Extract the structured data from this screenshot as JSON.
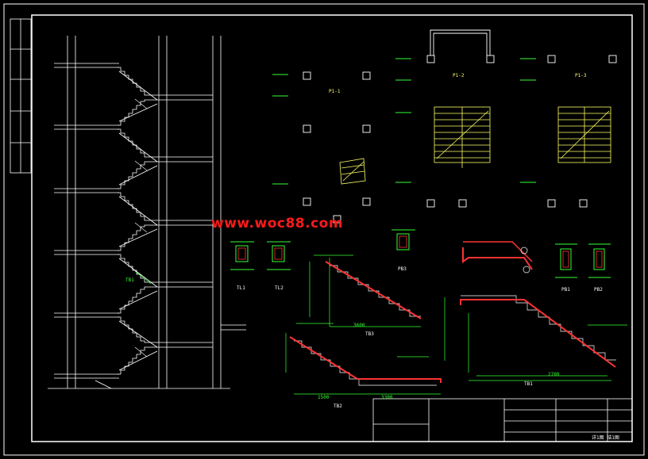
{
  "watermark": "www.woc88.com",
  "titleblock": {
    "right_text": "详1图 结1图"
  },
  "plans": {
    "p1": "P1-1",
    "p2": "P1-2",
    "p3": "P1-3"
  },
  "sections": {
    "tb1": "TB1",
    "tb2": "TB2",
    "tb3": "TB3",
    "tl1": "TL1",
    "tl2": "TL2",
    "pb1": "PB1",
    "pb2": "PB2",
    "pb3": "PB3",
    "tb_side": "TB1"
  },
  "dims": {
    "d3600": "3600",
    "d3300": "3300",
    "d2700": "2700",
    "d1500": "1500"
  }
}
